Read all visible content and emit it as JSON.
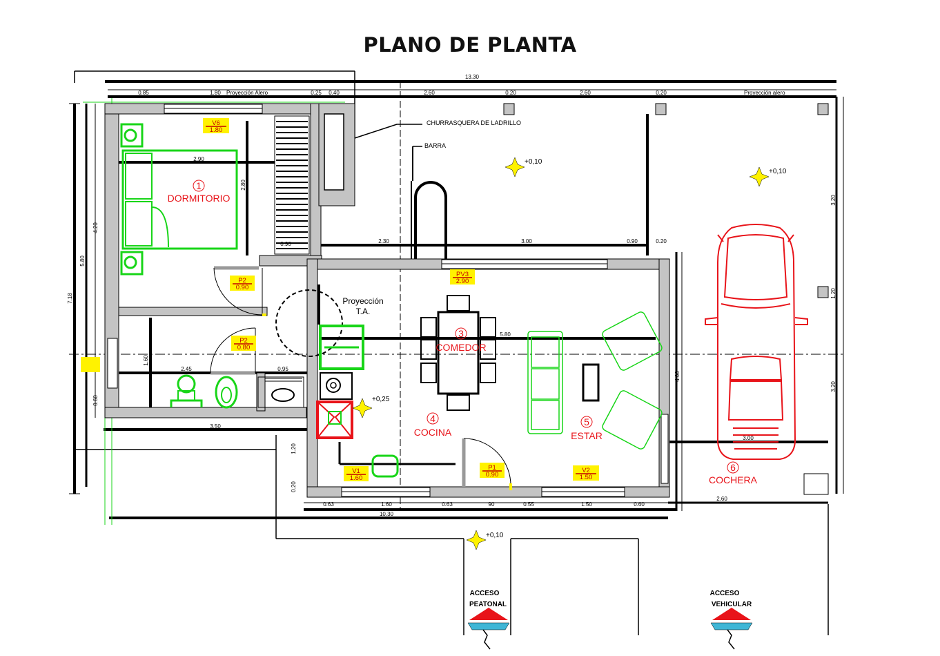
{
  "title": "PLANO DE PLANTA",
  "rooms": [
    {
      "number": "1",
      "name": "DORMITORIO"
    },
    {
      "number": "3",
      "name": "COMEDOR"
    },
    {
      "number": "4",
      "name": "COCINA"
    },
    {
      "number": "5",
      "name": "ESTAR"
    },
    {
      "number": "6",
      "name": "COCHERA"
    }
  ],
  "openings": [
    {
      "code": "V6",
      "width": "1.80"
    },
    {
      "code": "P2",
      "width": "0.90"
    },
    {
      "code": "P2",
      "width": "0.80"
    },
    {
      "code": "PV3",
      "width": "2.90"
    },
    {
      "code": "V1",
      "width": "1.60"
    },
    {
      "code": "P1",
      "width": "0.90"
    },
    {
      "code": "V2",
      "width": "1.50"
    }
  ],
  "levels": [
    "+0,10",
    "+0,10",
    "+0,25",
    "+0,10"
  ],
  "annotations": {
    "bbq": "CHURRASQUERA DE LADRILLO",
    "bar": "BARRA",
    "projection_1": "Proyección",
    "projection_2": "T.A.",
    "projection_top_left": "Proyección Alero",
    "projection_top_right": "Proyección alero"
  },
  "access": {
    "pedestrian_1": "ACCESO",
    "pedestrian_2": "PEATONAL",
    "vehicular_1": "ACCESO",
    "vehicular_2": "VEHICULAR"
  },
  "dimensions": {
    "total_top": "13.30",
    "total_bottom": "10.30",
    "d_085": "0.85",
    "d_180": "1.80",
    "d_025a": "0.25",
    "d_040": "0.40",
    "d_260a": "2.60",
    "d_020a": "0.20",
    "d_260b": "2.60",
    "d_020b": "0.20",
    "d_290": "2.90",
    "d_280": "2.80",
    "d_090a": "0.90",
    "d_230": "2.30",
    "d_300a": "3.00",
    "d_090b": "0.90",
    "d_020c": "0.20",
    "d_245": "2.45",
    "d_095": "0.95",
    "d_350": "3.50",
    "d_580": "5.80",
    "d_300b": "3.00",
    "d_260c": "2.60",
    "d_063a": "0.63",
    "d_160": "1.60",
    "d_063b": "0.63",
    "d_090c": "90",
    "d_055": "0.55",
    "d_150": "1.50",
    "d_060": "0.60",
    "v_718": "7.18",
    "v_580": "5.80",
    "v_420": "4.20",
    "v_060": "0.60",
    "v_160": "1.60",
    "v_280": "2.80",
    "v_400": "4.00",
    "v_320a": "3.20",
    "v_320b": "3.20",
    "v_120a": "1.20",
    "v_120b": "1.20",
    "v_020": "0.20"
  },
  "colors": {
    "wall": "#c4c4c4",
    "line": "#000000",
    "furniture": "#18d518",
    "car": "#e8141a",
    "label": "#e8141a",
    "tag_fill": "#fff200",
    "level_marker": "#fff200",
    "access_arrow": "#e8141a",
    "access_base": "#3fb6d6"
  }
}
